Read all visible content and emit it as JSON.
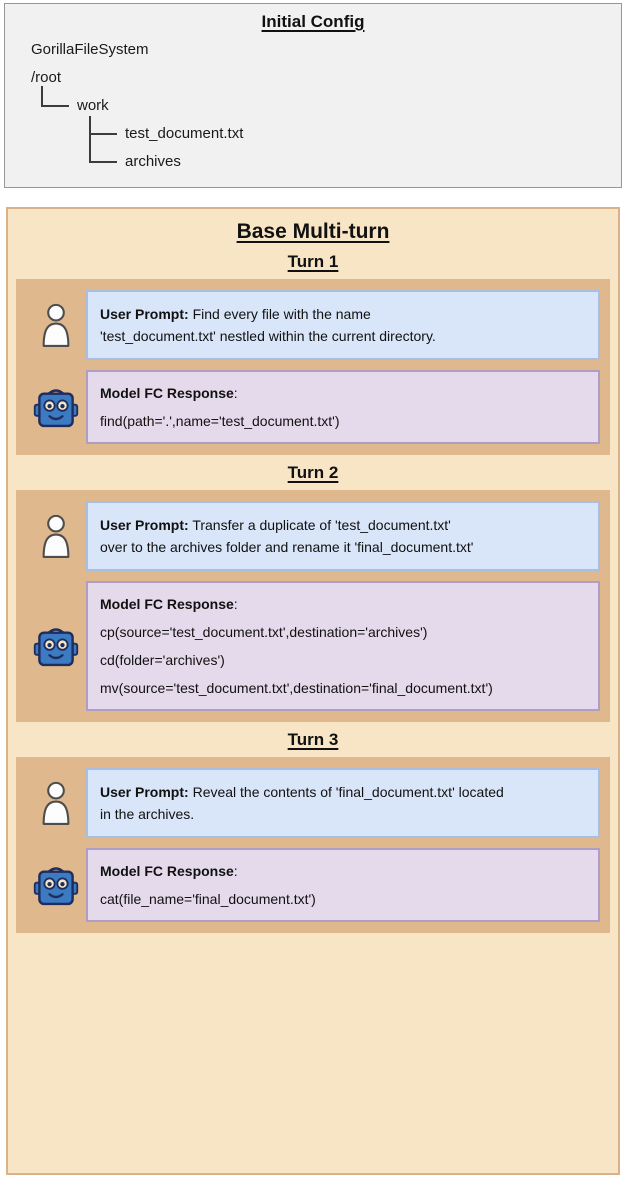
{
  "initial_config": {
    "title": "Initial Config",
    "system": "GorillaFileSystem",
    "root": "/root",
    "work": "work",
    "file": "test_document.txt",
    "archive": "archives"
  },
  "multiturn": {
    "title": "Base Multi-turn",
    "user_prompt_label": "User Prompt:",
    "model_label": "Model FC Response",
    "model_colon": ":",
    "turns": [
      {
        "label": "Turn 1",
        "user_prompt": "Find every file with the name\n'test_document.txt' nestled within the current directory.",
        "model_calls": [
          "find(path='.',name='test_document.txt')"
        ]
      },
      {
        "label": "Turn 2",
        "user_prompt": "Transfer a duplicate of 'test_document.txt'\nover to the archives folder and rename it 'final_document.txt'",
        "model_calls": [
          "cp(source='test_document.txt',destination='archives')",
          "cd(folder='archives')",
          "mv(source='test_document.txt',destination='final_document.txt')"
        ]
      },
      {
        "label": "Turn 3",
        "user_prompt": "Reveal the contents of 'final_document.txt' located\nin the archives.",
        "model_calls": [
          "cat(file_name='final_document.txt')"
        ]
      }
    ]
  },
  "icons": {
    "user": "person-silhouette-icon",
    "model": "robot-face-icon"
  },
  "colors": {
    "panel_bg": "#f8e5c6",
    "panel_border": "#d8b289",
    "turn_bg": "#dfb88e",
    "user_bubble_bg": "#d9e5f8",
    "user_bubble_border": "#a8bfe2",
    "model_bubble_bg": "#e4daeb",
    "model_bubble_border": "#af9dc3",
    "config_bg": "#f1f1f1",
    "config_border": "#979797",
    "robot_blue": "#3c7ac2",
    "robot_outline": "#1e2c5e"
  }
}
